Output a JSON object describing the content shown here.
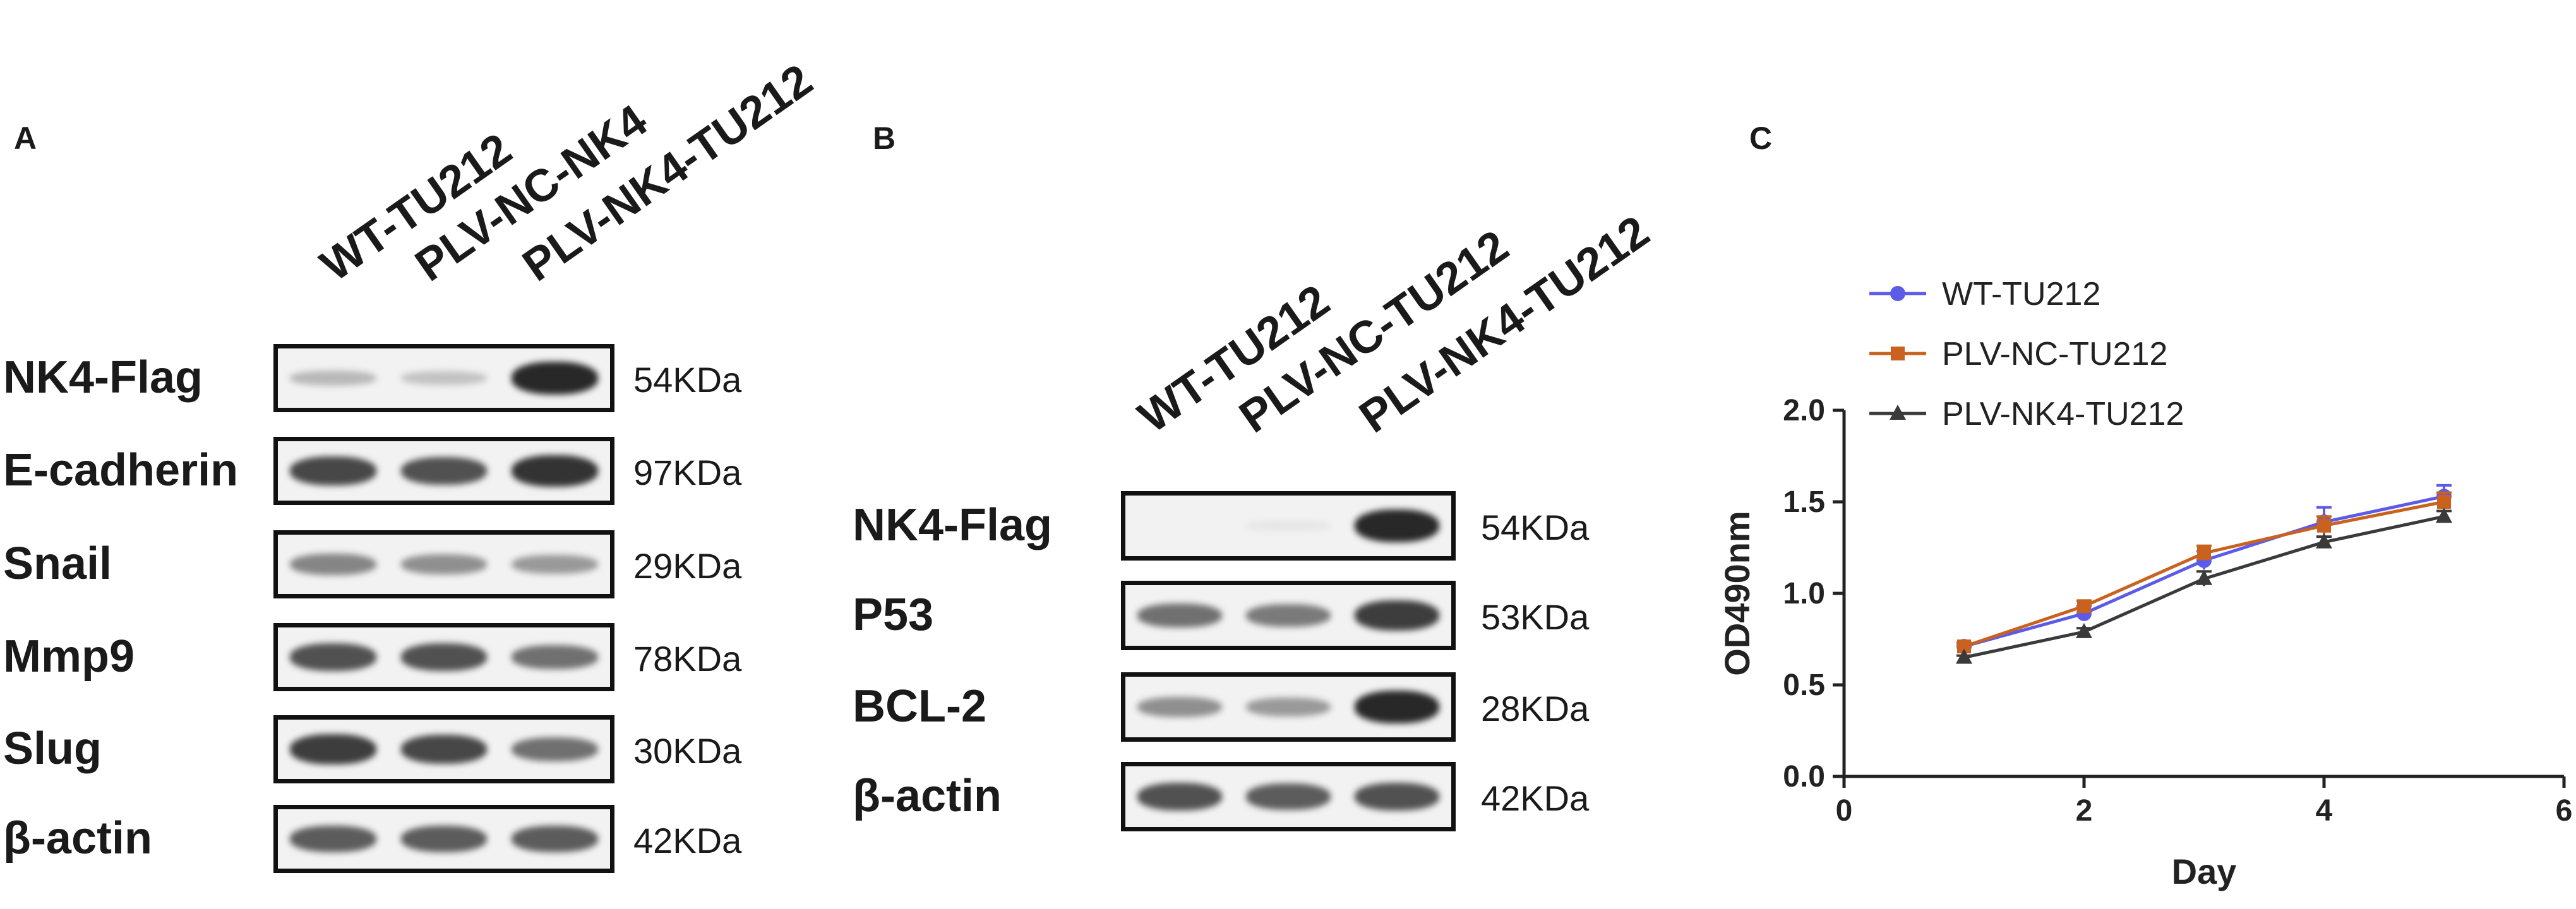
{
  "panel_a": {
    "letter": "A",
    "lanes": [
      "WT-TU212",
      "PLV-NC-NK4",
      "PLV-NK4-TU212"
    ],
    "rows": [
      {
        "label": "NK4-Flag",
        "kda": "54KDa",
        "intensity": [
          0.25,
          0.2,
          0.95
        ]
      },
      {
        "label": "E-cadherin",
        "kda": "97KDa",
        "intensity": [
          0.8,
          0.75,
          0.9
        ]
      },
      {
        "label": "Snail",
        "kda": "29KDa",
        "intensity": [
          0.5,
          0.45,
          0.4
        ]
      },
      {
        "label": "Mmp9",
        "kda": "78KDa",
        "intensity": [
          0.75,
          0.75,
          0.6
        ]
      },
      {
        "label": "Slug",
        "kda": "30KDa",
        "intensity": [
          0.85,
          0.8,
          0.6
        ]
      },
      {
        "label": "β-actin",
        "kda": "42KDa",
        "intensity": [
          0.7,
          0.7,
          0.7
        ]
      }
    ]
  },
  "panel_b": {
    "letter": "B",
    "lanes": [
      "WT-TU212",
      "PLV-NC-TU212",
      "PLV-NK4-TU212"
    ],
    "rows": [
      {
        "label": "NK4-Flag",
        "kda": "54KDa",
        "intensity": [
          0.0,
          0.03,
          0.95
        ]
      },
      {
        "label": "P53",
        "kda": "53KDa",
        "intensity": [
          0.6,
          0.55,
          0.85
        ]
      },
      {
        "label": "BCL-2",
        "kda": "28KDa",
        "intensity": [
          0.45,
          0.4,
          0.95
        ]
      },
      {
        "label": "β-actin",
        "kda": "42KDa",
        "intensity": [
          0.75,
          0.7,
          0.75
        ]
      }
    ]
  },
  "panel_c": {
    "letter": "C",
    "chart_data": {
      "type": "line",
      "title": "",
      "xlabel": "Day",
      "ylabel": "OD490nm",
      "xlim": [
        0,
        6
      ],
      "ylim": [
        0,
        2.0
      ],
      "xticks": [
        "0",
        "2",
        "4",
        "6"
      ],
      "yticks": [
        "0.0",
        "0.5",
        "1.0",
        "1.5",
        "2.0"
      ],
      "legend_position": "top-left",
      "x": [
        1,
        2,
        3,
        4,
        5
      ],
      "series": [
        {
          "name": "WT-TU212",
          "color": "#5b5be8",
          "marker": "circle",
          "values": [
            0.71,
            0.89,
            1.18,
            1.39,
            1.53
          ],
          "err": [
            0.02,
            0.04,
            0.05,
            0.08,
            0.06
          ]
        },
        {
          "name": "PLV-NC-TU212",
          "color": "#c8621e",
          "marker": "square",
          "values": [
            0.71,
            0.93,
            1.22,
            1.37,
            1.5
          ],
          "err": [
            0.02,
            0.03,
            0.04,
            0.05,
            0.05
          ]
        },
        {
          "name": "PLV-NK4-TU212",
          "color": "#3a3a3a",
          "marker": "triangle",
          "values": [
            0.65,
            0.79,
            1.08,
            1.28,
            1.42
          ],
          "err": [
            0.01,
            0.02,
            0.04,
            0.03,
            0.03
          ]
        }
      ]
    }
  }
}
